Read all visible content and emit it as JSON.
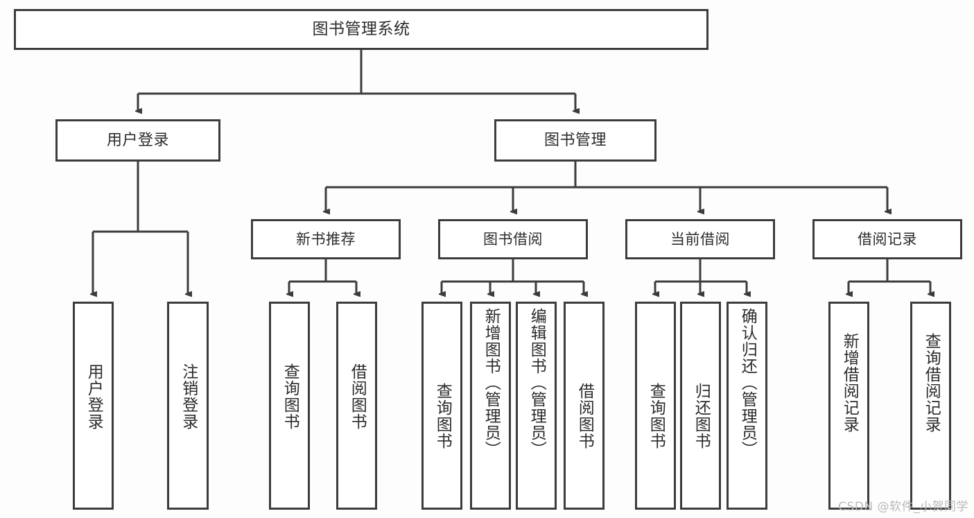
{
  "diagram": {
    "title": "图书管理系统",
    "root": {
      "label": "图书管理系统"
    },
    "level2": [
      {
        "label": "用户登录"
      },
      {
        "label": "图书管理"
      }
    ],
    "level3": [
      {
        "label": "新书推荐"
      },
      {
        "label": "图书借阅"
      },
      {
        "label": "当前借阅"
      },
      {
        "label": "借阅记录"
      }
    ],
    "leaves": {
      "user_login": [
        {
          "label": "用户登录"
        },
        {
          "label": "注销登录"
        }
      ],
      "new_book_recommend": [
        {
          "label": "查询图书"
        },
        {
          "label": "借阅图书"
        }
      ],
      "book_borrow": [
        {
          "label": "查询图书"
        },
        {
          "label": "新增图书（管理员）"
        },
        {
          "label": "编辑图书（管理员）"
        },
        {
          "label": "借阅图书"
        }
      ],
      "current_borrow": [
        {
          "label": "查询图书"
        },
        {
          "label": "归还图书"
        },
        {
          "label": "确认归还（管理员）"
        }
      ],
      "borrow_record": [
        {
          "label": "新增借阅记录"
        },
        {
          "label": "查询借阅记录"
        }
      ]
    }
  },
  "watermark": {
    "text": "CSDN @软件_小贺同学"
  },
  "colors": {
    "border": "#3c3c3c",
    "background": "#fdfdfd",
    "text": "#2b2b2b",
    "watermark": "#b9b9b9"
  }
}
